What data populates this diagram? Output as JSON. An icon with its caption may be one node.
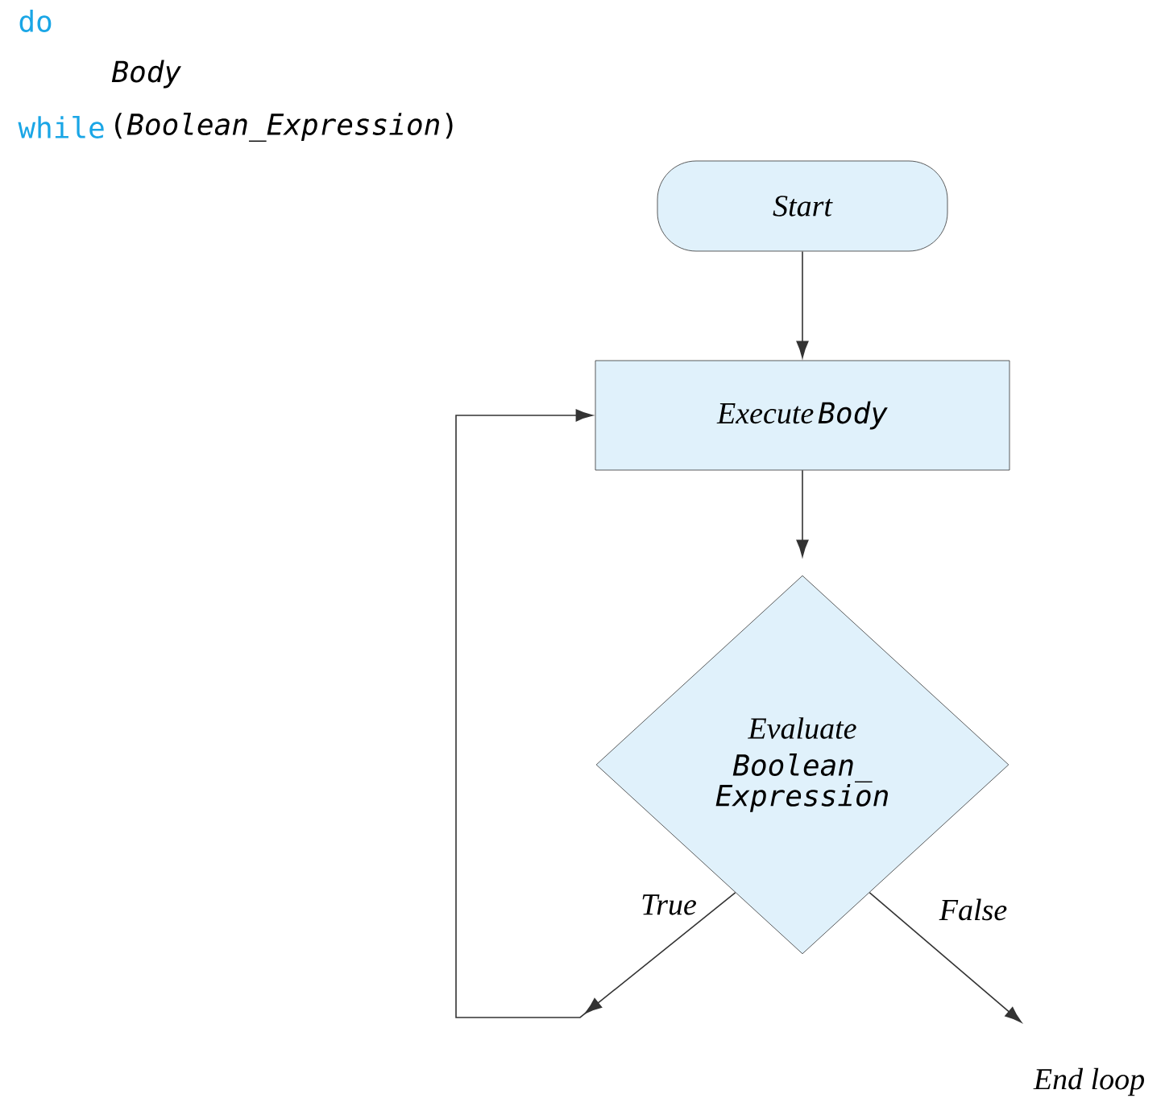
{
  "diagram": {
    "nodes": [
      {
        "text": [
          "Start"
        ]
      },
      {
        "text": [
          "Execute",
          "Body"
        ]
      },
      {
        "text": [
          "Evaluate",
          "Boolean_ Expression"
        ]
      },
      {
        "text": [
          "End loop"
        ]
      }
    ],
    "edges": [
      {
        "from": 0,
        "to": 1,
        "arrow": "to"
      },
      {
        "from": 1,
        "to": 2,
        "arrow": "to"
      },
      {
        "from": 2,
        "to": 1,
        "arrow": "to",
        "label": "True"
      },
      {
        "from": 2,
        "to": 3,
        "arrow": "to",
        "label": "False"
      }
    ],
    "labels": [
      "do",
      "Body",
      "while",
      "(*Boolean_Expression*)"
    ]
  }
}
